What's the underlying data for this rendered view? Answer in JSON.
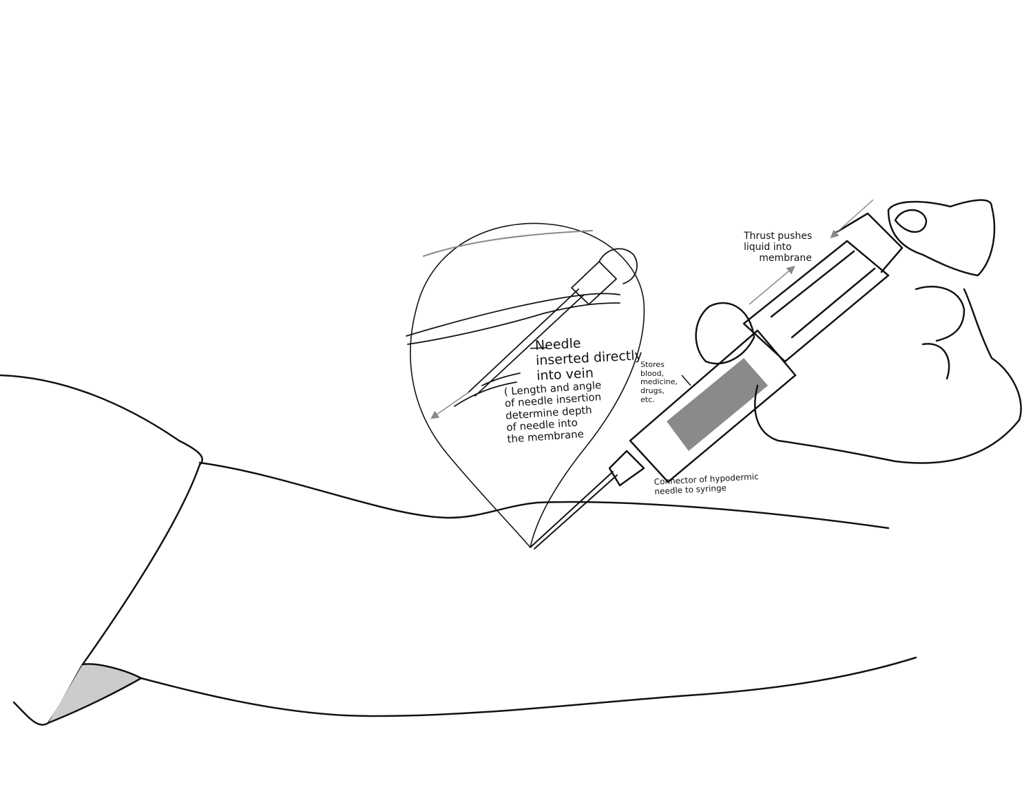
{
  "labels": {
    "needle_vein": "Needle\ninserted directly\ninto vein",
    "length_angle": "( Length and angle\nof needle insertion\ndetermine depth\nof needle into\nthe membrane",
    "thrust": "Thrust pushes\nliquid into\n     membrane",
    "stores": "Stores\nblood,\nmedicine,\ndrugs,\netc.",
    "connector": "Connector of hypodermic\nneedle to syringe"
  },
  "colors": {
    "ink": "#111111",
    "fluid": "#8a8a8a",
    "arrow": "#888888"
  }
}
